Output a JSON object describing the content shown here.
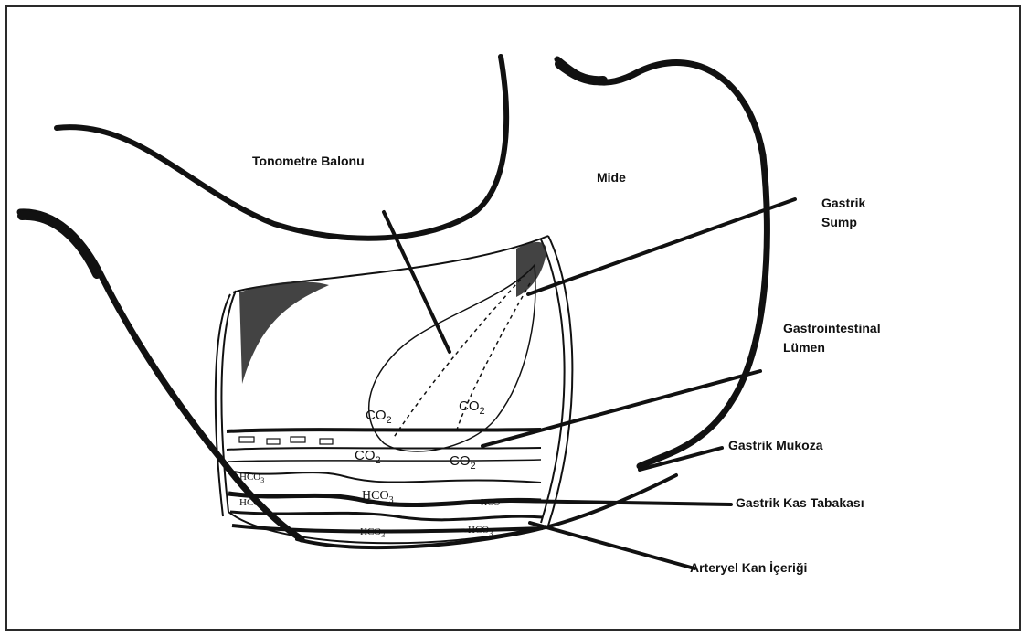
{
  "labels": {
    "tonometre_balonu": "Tonometre Balonu",
    "mide": "Mide",
    "gastrik_sump_line1": "Gastrik",
    "gastrik_sump_line2": "Sump",
    "gastrointestinal_line1": "Gastrointestinal",
    "gastrointestinal_line2": "Lümen",
    "gastrik_mukoza": "Gastrik Mukoza",
    "gastrik_kas_tabakasi": "Gastrik Kas Tabakası",
    "arteryel_kan": "Arteryel Kan İçeriği"
  },
  "chemistry": {
    "co2_base": "CO",
    "co2_subscript": "2",
    "hco3": "HCO",
    "hco3_subscript": "3"
  }
}
